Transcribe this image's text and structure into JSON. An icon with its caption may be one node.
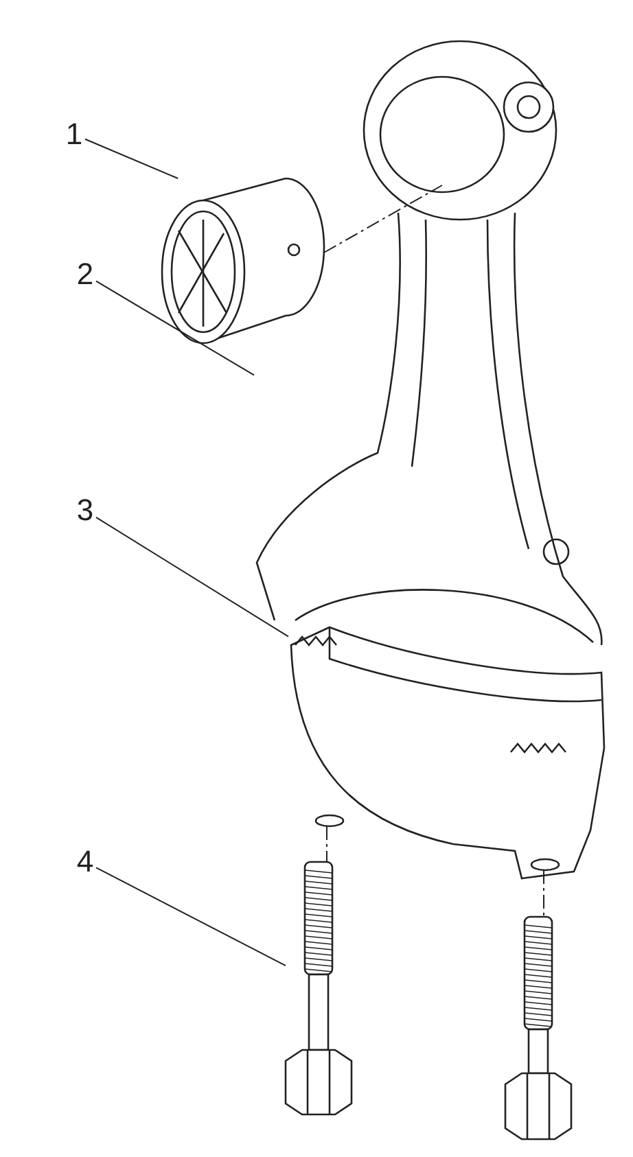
{
  "diagram": {
    "nodes": [
      {
        "text": [
          "1"
        ]
      },
      {
        "text": [
          "2"
        ]
      },
      {
        "text": [
          "3"
        ]
      },
      {
        "text": [
          "4"
        ]
      },
      {
        "text": [],
        "shape": "picture"
      },
      {
        "text": [],
        "shape": "picture"
      },
      {
        "text": [],
        "shape": "picture"
      },
      {
        "text": [],
        "shape": "picture"
      },
      {
        "text": [],
        "shape": "picture"
      }
    ],
    "edges": [
      {
        "from": 0,
        "to": 4,
        "arrow": "none"
      },
      {
        "from": 1,
        "to": 5,
        "arrow": "none"
      },
      {
        "from": 2,
        "to": 6,
        "arrow": "none"
      },
      {
        "from": 3,
        "to": 7,
        "arrow": "none"
      },
      {
        "from": 4,
        "to": 5,
        "arrow": "none",
        "style": "dashed"
      },
      {
        "from": 6,
        "to": 7,
        "arrow": "none",
        "style": "dashed"
      },
      {
        "from": 6,
        "to": 8,
        "arrow": "none",
        "style": "dashed"
      }
    ]
  }
}
